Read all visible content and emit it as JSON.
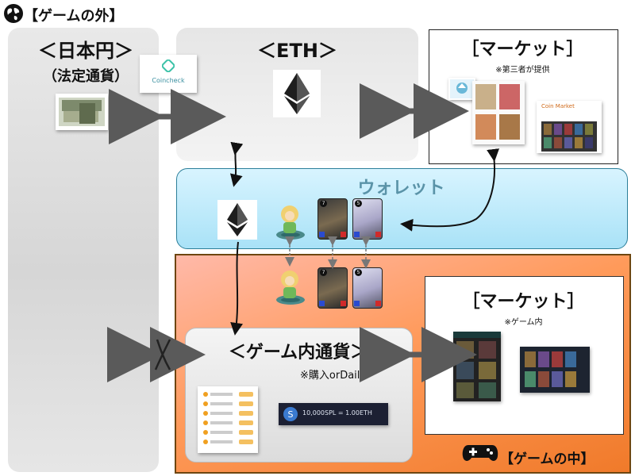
{
  "outside": {
    "title": "【ゲームの外】",
    "jpy_title": "＜日本円＞",
    "jpy_sub": "（法定通貨）",
    "coincheck_label": "Coincheck"
  },
  "eth": {
    "title": "＜ETH＞"
  },
  "market_top": {
    "title": "［マーケット］",
    "note": "※第三者が提供",
    "site_label": "Coin Market"
  },
  "wallet": {
    "title": "ウォレット"
  },
  "game": {
    "label": "【ゲームの中】",
    "market_title": "［マーケット］",
    "market_note": "※ゲーム内",
    "currency_title": "＜ゲーム内通貨＞",
    "currency_note": "※購入orDaily",
    "spl_rate": "10,000SPL = 1.00ETH"
  },
  "cards": [
    {
      "cost": "7",
      "style": "dark"
    },
    {
      "cost": "5",
      "style": "light"
    }
  ],
  "colors": {
    "arrow": "#5a5a5a",
    "eth_dark": "#1e1e1e",
    "game_border": "#6e4610",
    "wallet_text": "#5a93a8"
  }
}
